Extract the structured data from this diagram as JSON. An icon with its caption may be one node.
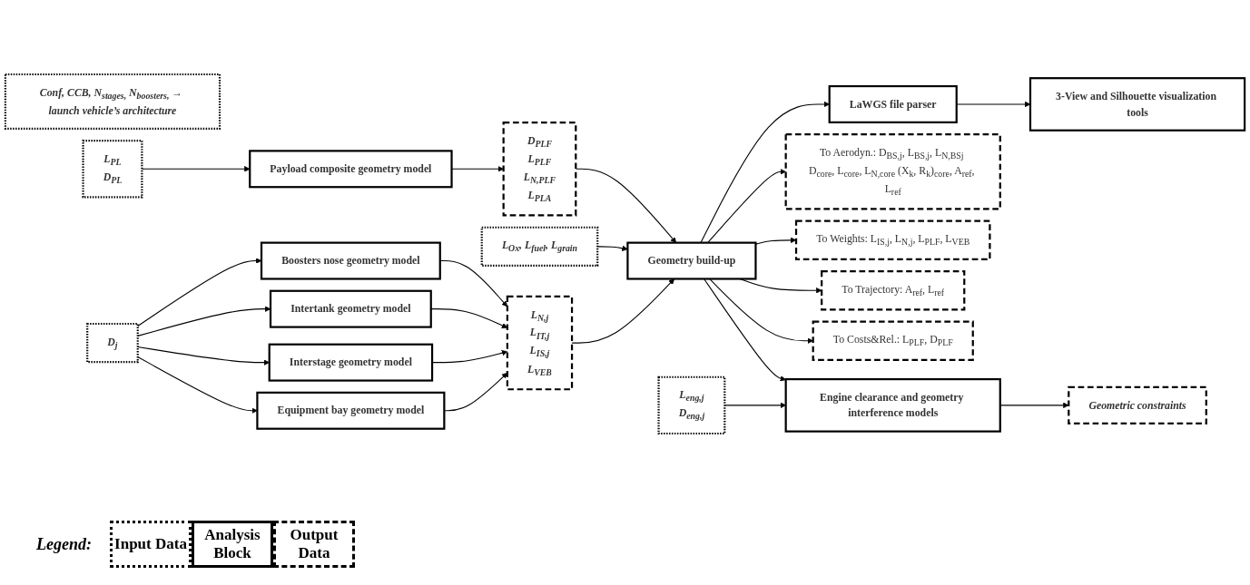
{
  "diagram": {
    "nodes": [
      {
        "text": [
          "Conf, CCB, N$_{stages,}$ N$_{boosters,}$ → launch vehicle’s architecture"
        ]
      },
      {
        "text": [
          "L$_{PL}$",
          "D$_{PL}$"
        ]
      },
      {
        "text": [
          "Payload composite geometry model"
        ]
      },
      {
        "text": [
          "D$_{PLF}$",
          "L$_{PLF}$",
          "L$_{N,PLF}$",
          "L$_{PLA}$"
        ]
      },
      {
        "text": [
          "L$_{Ox}$, L$_{fuel}$, L$_{grain}$"
        ]
      },
      {
        "text": [
          "Geometry build-up"
        ]
      },
      {
        "text": [
          "D$_{j}$"
        ]
      },
      {
        "text": [
          "Boosters nose geometry model"
        ]
      },
      {
        "text": [
          "Intertank geometry model"
        ]
      },
      {
        "text": [
          "Interstage geometry model"
        ]
      },
      {
        "text": [
          "Equipment bay geometry model"
        ]
      },
      {
        "text": [
          "L$_{N,j}$",
          "L$_{IT,j}$",
          "L$_{IS,j}$",
          "L$_{VEB}$"
        ]
      },
      {
        "text": [
          "LaWGS file parser"
        ]
      },
      {
        "text": [
          "3-View and Silhouette visualization tools"
        ]
      },
      {
        "text": [
          "To Aerodyn.: D$_{BS,j}$, L$_{BS,j}$, L$_{N,BSj}$ D$_{core}$, L$_{core}$, L$_{N,core}$ (X$_{k}$, R$_{k}$)$_{core}$, A$_{ref}$, L$_{ref}$"
        ]
      },
      {
        "text": [
          "To Weights: L$_{IS,j}$, L$_{N,j}$, L$_{PLF}$, L$_{VEB}$"
        ]
      },
      {
        "text": [
          "To Trajectory: A$_{ref}$, L$_{ref}$"
        ]
      },
      {
        "text": [
          "To Costs&Rel.: L$_{PLF}$, D$_{PLF}$"
        ]
      },
      {
        "text": [
          "L$_{eng,j}$",
          "D$_{eng,j}$"
        ]
      },
      {
        "text": [
          "Engine clearance and geometry interference models"
        ]
      },
      {
        "text": [
          "Geometric constraints"
        ]
      }
    ],
    "edges": [
      {
        "from": 1,
        "to": 2,
        "arrow": "to"
      },
      {
        "from": 2,
        "to": 3,
        "arrow": "to"
      },
      {
        "from": 3,
        "to": 5,
        "arrow": "to"
      },
      {
        "from": 4,
        "to": 5,
        "arrow": "to"
      },
      {
        "from": 6,
        "to": 7,
        "arrow": "to"
      },
      {
        "from": 6,
        "to": 8,
        "arrow": "to"
      },
      {
        "from": 6,
        "to": 9,
        "arrow": "to"
      },
      {
        "from": 6,
        "to": 10,
        "arrow": "to"
      },
      {
        "from": 7,
        "to": 11,
        "arrow": "to"
      },
      {
        "from": 8,
        "to": 11,
        "arrow": "to"
      },
      {
        "from": 9,
        "to": 11,
        "arrow": "to"
      },
      {
        "from": 10,
        "to": 11,
        "arrow": "to"
      },
      {
        "from": 11,
        "to": 5,
        "arrow": "to"
      },
      {
        "from": 5,
        "to": 14,
        "arrow": "to"
      },
      {
        "from": 5,
        "to": 15,
        "arrow": "to"
      },
      {
        "from": 5,
        "to": 16,
        "arrow": "to"
      },
      {
        "from": 5,
        "to": 17,
        "arrow": "to"
      },
      {
        "from": 5,
        "to": 12,
        "arrow": "to"
      },
      {
        "from": 12,
        "to": 13,
        "arrow": "to"
      },
      {
        "from": 5,
        "to": 19,
        "arrow": "to"
      },
      {
        "from": 18,
        "to": 19,
        "arrow": "to"
      },
      {
        "from": 19,
        "to": 20,
        "arrow": "to"
      }
    ],
    "labels": [
      "Legend:"
    ],
    "legend": [
      {
        "text": "Input Data"
      },
      {
        "text": "Analysis Block"
      },
      {
        "text": "Output Data"
      }
    ]
  }
}
